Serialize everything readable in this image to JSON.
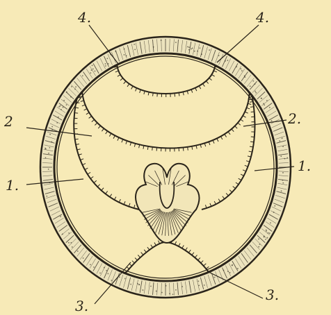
{
  "figure": {
    "background": "#f7eab7",
    "ink": "#2a241a",
    "labels": {
      "top_left": "4.",
      "top_right": "4.",
      "mid_left": "2",
      "mid_right": "2.",
      "lower_left": "1.",
      "lower_right": "1.",
      "bottom_left": "3.",
      "bottom_right": "3."
    }
  }
}
